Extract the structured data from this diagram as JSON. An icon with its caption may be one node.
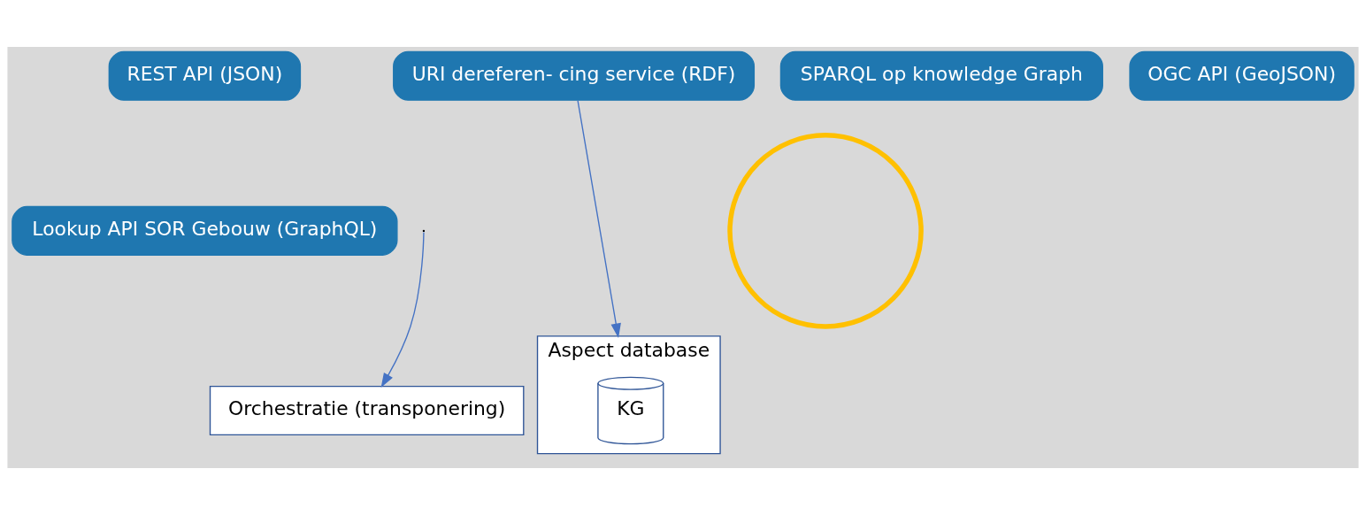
{
  "diagram": {
    "nodes": [
      {
        "text": [
          "REST API (JSON)"
        ]
      },
      {
        "text": [
          "URI dereferen- cing service (RDF)"
        ]
      },
      {
        "text": [
          "OGC API (GeoJSON)"
        ]
      },
      {
        "text": [
          "Lookup API SOR Gebouw (GraphQL)"
        ]
      },
      {
        "text": [
          "Orchestratie (transponering)"
        ]
      },
      {
        "text": [],
        "shape": "circle"
      },
      {
        "text": [
          "SPARQL op knowledge Graph"
        ]
      },
      {
        "text": [
          "Aspect database"
        ]
      },
      {
        "text": [
          "KG"
        ],
        "in": 7
      }
    ],
    "edges": [
      {
        "from": 1,
        "to": 7,
        "arrow": "to"
      },
      {
        "from": null,
        "to": 4,
        "arrow": "to"
      }
    ]
  }
}
